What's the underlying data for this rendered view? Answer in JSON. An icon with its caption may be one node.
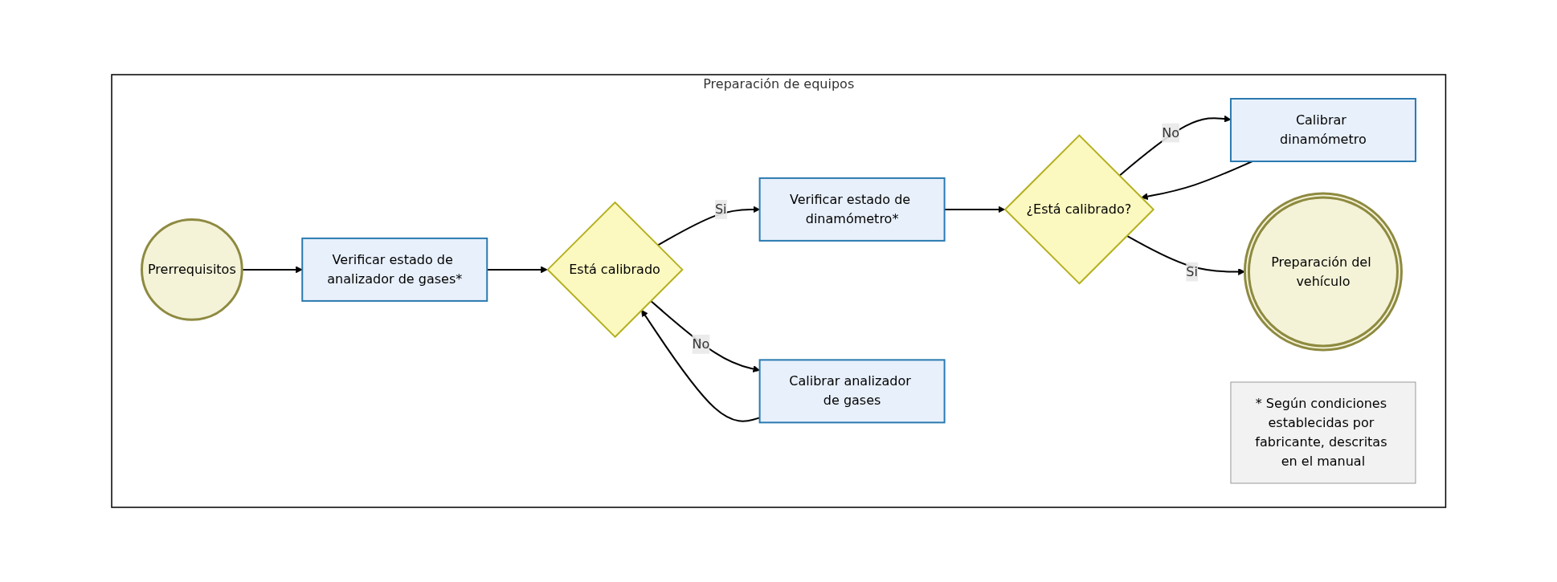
{
  "diagram": {
    "nodes": [
      {
        "text": [
          "Preparación de equipos"
        ]
      },
      {
        "text": [
          "Prerrequisitos"
        ],
        "in": 0
      },
      {
        "text": [
          "Verificar estado de analizador de gases*"
        ],
        "in": 0
      },
      {
        "text": [
          "Está calibrado"
        ],
        "in": 0
      },
      {
        "text": [
          "Verificar estado de dinamómetro*"
        ],
        "in": 0
      },
      {
        "text": [
          "Calibrar analizador de gases"
        ],
        "in": 0
      },
      {
        "text": [
          "¿Está calibrado?"
        ],
        "in": 0
      },
      {
        "text": [
          "Calibrar dinamómetro"
        ],
        "in": 0
      },
      {
        "text": [
          "Preparación del vehículo"
        ],
        "in": 0
      },
      {
        "text": [
          "* Según condiciones establecidas por fabricante, descritas en el manual"
        ],
        "in": 0
      }
    ],
    "edges": [
      {
        "from": 1,
        "to": 2,
        "arrow": "to"
      },
      {
        "from": 2,
        "to": 3,
        "arrow": "to"
      },
      {
        "from": 3,
        "to": 4,
        "arrow": "to",
        "label": "Si"
      },
      {
        "from": 3,
        "to": 5,
        "arrow": "to",
        "label": "No"
      },
      {
        "from": 5,
        "to": 3,
        "arrow": "to"
      },
      {
        "from": 4,
        "to": 6,
        "arrow": "to"
      },
      {
        "from": 6,
        "to": 7,
        "arrow": "to",
        "label": "No"
      },
      {
        "from": 7,
        "to": 6,
        "arrow": "to"
      },
      {
        "from": 6,
        "to": 8,
        "arrow": "to",
        "label": "Si"
      }
    ]
  }
}
